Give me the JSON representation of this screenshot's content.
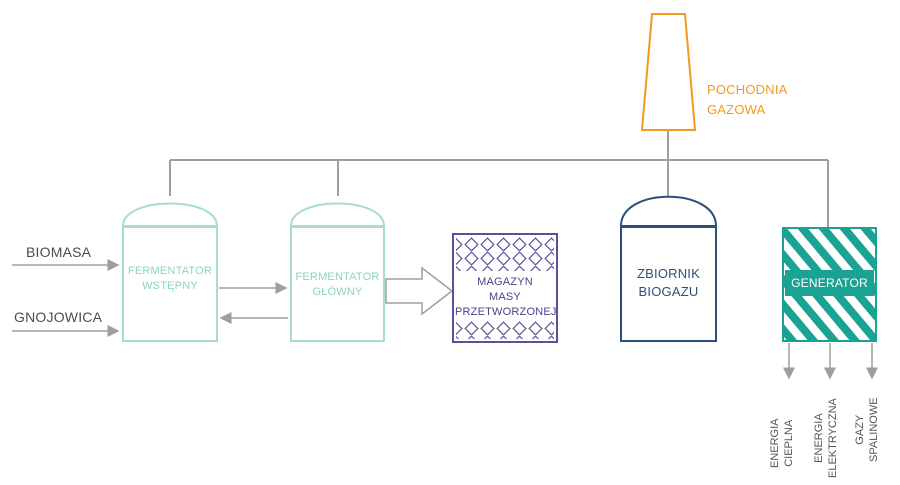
{
  "inputs": {
    "biomasa": "BIOMASA",
    "gnojowica": "GNOJOWICA"
  },
  "fermentator_wstepny": [
    "FERMENTATOR",
    "WSTĘPNY"
  ],
  "fermentator_glowny": [
    "FERMENTATOR",
    "GŁÓWNY"
  ],
  "magazyn": [
    "MAGAZYN",
    "MASY",
    "PRZETWORZONEJ"
  ],
  "zbiornik": [
    "ZBIORNIK",
    "BIOGAZU"
  ],
  "generator": "GENERATOR",
  "pochodnia": [
    "POCHODNIA",
    "GAZOWA"
  ],
  "outputs": [
    [
      "ENERGIA",
      "CIEPLNA"
    ],
    [
      "ENERGIA",
      "ELEKTRYCZNA"
    ],
    [
      "GAZY",
      "SPALINOWE"
    ]
  ],
  "colors": {
    "line": "#9e9e9e",
    "teal_light": "#a6ddd0",
    "teal": "#1aa393",
    "purple": "#5b4f9e",
    "blue": "#2e4f7a",
    "orange": "#f29a1f"
  }
}
